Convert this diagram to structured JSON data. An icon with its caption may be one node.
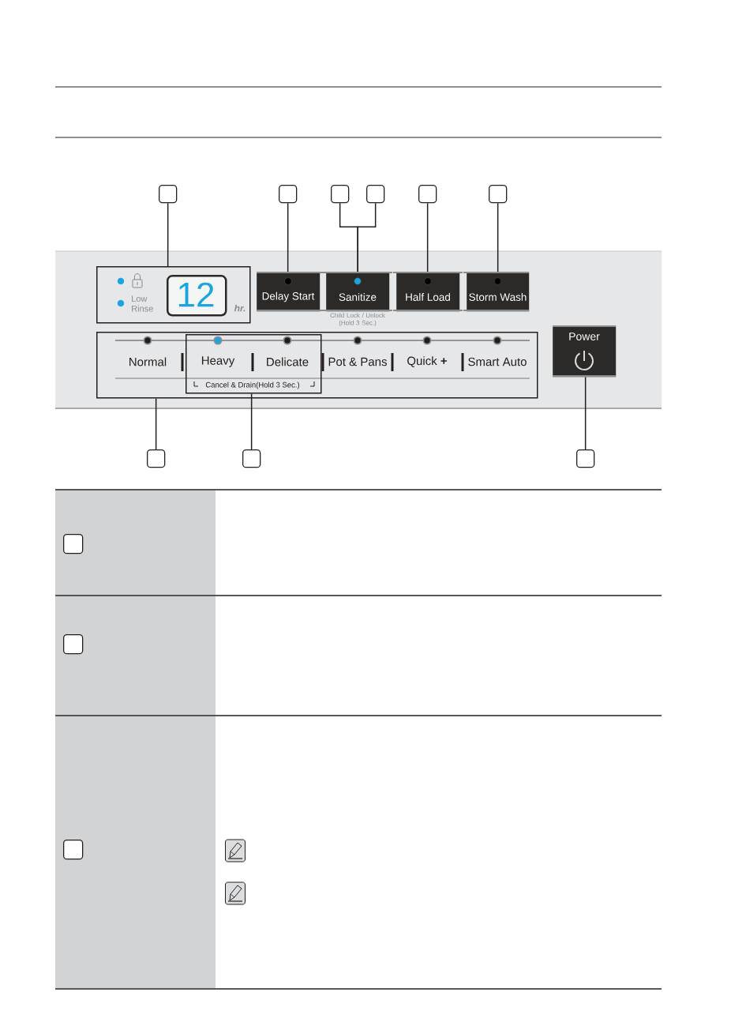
{
  "diagram": {
    "nodes": [
      {
        "text": [],
        "shape": "box"
      },
      {
        "text": [],
        "shape": "box"
      },
      {
        "text": [],
        "shape": "box"
      },
      {
        "text": [],
        "shape": "box"
      },
      {
        "text": [],
        "shape": "box"
      },
      {
        "text": [],
        "shape": "box"
      },
      {
        "text": [],
        "shape": "box"
      },
      {
        "text": [
          "Low Rinse",
          "hr."
        ],
        "in": 6
      },
      {
        "text": [
          "12"
        ],
        "in": 7
      },
      {
        "text": [
          "Delay Start"
        ],
        "in": 6
      },
      {
        "text": [
          "Sanitize"
        ],
        "in": 6,
        "beside": [
          "Child Lock / Unlock (Hold 3 Sec.)"
        ]
      },
      {
        "text": [
          "Half Load"
        ],
        "in": 6
      },
      {
        "text": [
          "Storm Wash"
        ],
        "in": 6
      },
      {
        "text": [
          "Normal",
          "Pot & Pans",
          "Quick **+**",
          "Smart Auto"
        ],
        "in": 6
      },
      {
        "text": [
          "Heavy",
          "Delicate",
          "Cancel & Drain(Hold 3 Sec.)"
        ],
        "in": 13
      },
      {
        "text": [
          "Power"
        ],
        "in": 6
      },
      {
        "text": [],
        "shape": "box"
      },
      {
        "text": [],
        "shape": "box"
      },
      {
        "text": [],
        "shape": "box"
      },
      {
        "text": [],
        "shape": "box"
      },
      {
        "text": [],
        "shape": "box"
      },
      {
        "text": [],
        "shape": "box"
      }
    ],
    "edges": [
      {
        "from": 0,
        "to": 7,
        "arrow": "none"
      },
      {
        "from": 1,
        "to": 9,
        "arrow": "none"
      },
      {
        "from": 2,
        "to": 10,
        "arrow": "none"
      },
      {
        "from": 3,
        "to": 10,
        "arrow": "none"
      },
      {
        "from": 4,
        "to": 11,
        "arrow": "none"
      },
      {
        "from": 5,
        "to": 12,
        "arrow": "none"
      },
      {
        "from": 16,
        "to": 13,
        "arrow": "none"
      },
      {
        "from": 17,
        "to": 14,
        "arrow": "none"
      },
      {
        "from": 18,
        "to": 15,
        "arrow": "none"
      }
    ]
  }
}
